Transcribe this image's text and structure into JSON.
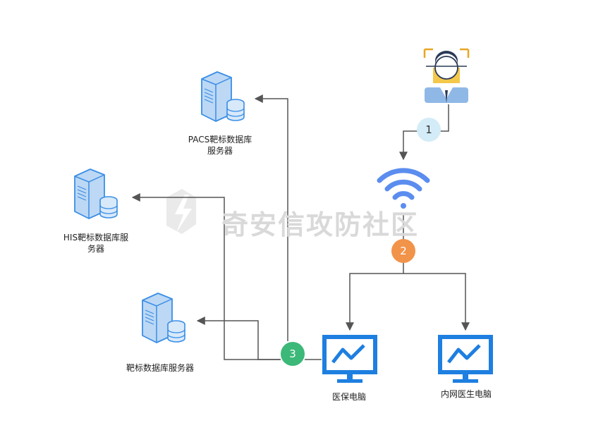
{
  "nodes": {
    "pacs_server": {
      "label": "PACS靶标数据库\n服务器"
    },
    "his_server": {
      "label": "HIS靶标数据库服\n务器"
    },
    "target_server": {
      "label": "靶标数据库服务器"
    },
    "medical_pc": {
      "label": "医保电脑"
    },
    "doctor_pc": {
      "label": "内网医生电脑"
    }
  },
  "steps": [
    {
      "number": "1",
      "color": "#d3ecf7",
      "text_color": "#333333"
    },
    {
      "number": "2",
      "color": "#f2934a",
      "text_color": "#ffffff"
    },
    {
      "number": "3",
      "color": "#3cb878",
      "text_color": "#ffffff"
    }
  ],
  "icons": {
    "attacker": "person-face-scan-icon",
    "network": "wifi-icon",
    "server": "database-server-icon",
    "computer": "monitor-chart-icon"
  },
  "colors": {
    "server_fill": "#bcd8f4",
    "server_stroke": "#3a8ee6",
    "monitor": "#1e7fe0",
    "wifi": "#5b8def",
    "line": "#555555"
  },
  "watermark": {
    "text": "奇安信攻防社区"
  }
}
